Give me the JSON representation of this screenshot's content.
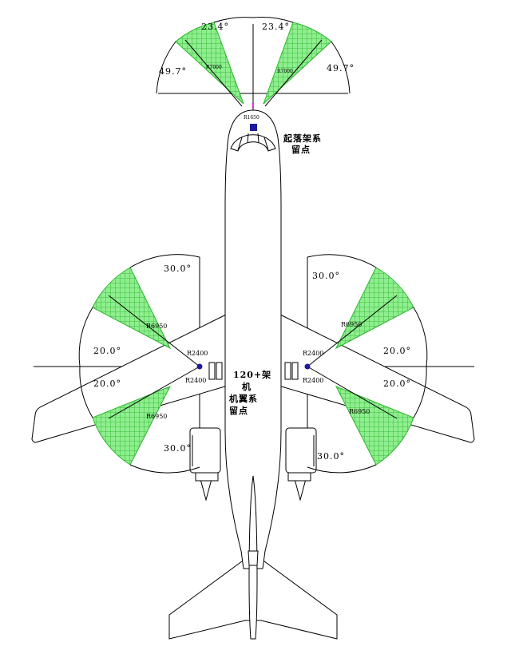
{
  "colors": {
    "sector_fill": "#8fee8f",
    "sector_grid": "#24b024",
    "tie_point": "#1a1a9a",
    "marker": "#cc00cc",
    "lines": "#000000"
  },
  "nose_area": {
    "angle_top_left": "23.4°",
    "angle_top_right": "23.4°",
    "angle_side_left": "49.7°",
    "angle_side_right": "49.7°",
    "radius_left": "R7000",
    "radius_right": "R7000",
    "radius_center": "R1650",
    "marker_label": "I",
    "tie_down_label_line1": "起落架系",
    "tie_down_label_line2": "留点"
  },
  "wing_area": {
    "angle_upper_left_top": "30.0°",
    "angle_upper_right_top": "30.0°",
    "angle_upper_left_side": "20.0°",
    "angle_upper_right_side": "20.0°",
    "angle_lower_left_side": "20.0°",
    "angle_lower_right_side": "20.0°",
    "angle_lower_left_bottom": "30.0°",
    "angle_lower_right_bottom": "30.0°",
    "radius_upper_left": "R6950",
    "radius_upper_right": "R6950",
    "radius_lower_left": "R6950",
    "radius_lower_right": "R6950",
    "radius_upper_left_inner": "R2400",
    "radius_upper_right_inner": "R2400",
    "radius_lower_left_inner": "R2400",
    "radius_lower_right_inner": "R2400",
    "center_label_line1": "120+架",
    "center_label_line2": "机",
    "center_label_line3": "机翼系",
    "center_label_line4": "留点"
  }
}
